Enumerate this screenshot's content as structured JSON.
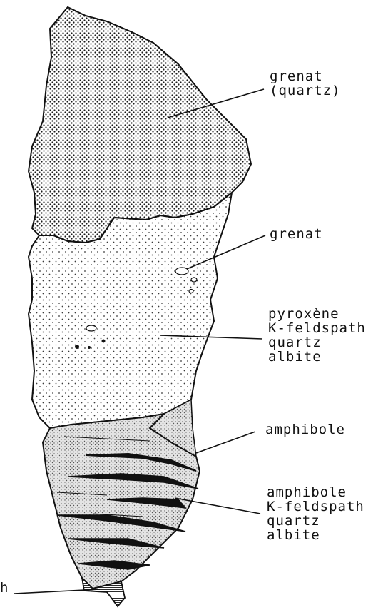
{
  "labels": {
    "grenat_quartz": [
      "grenat",
      "(quartz)"
    ],
    "grenat": [
      "grenat"
    ],
    "pyroxene_group": [
      "pyroxène",
      "K-feldspath",
      "quartz",
      "albite"
    ],
    "amphibole": [
      "amphibole"
    ],
    "amphibole_group": [
      "amphibole",
      "K-feldspath",
      "quartz",
      "albite"
    ],
    "bottom_partial": "h"
  },
  "colors": {
    "ink": "#111111",
    "background": "#ffffff",
    "dense_stipple": "#1a1a1a",
    "light_stipple": "#3a3a3a",
    "band_fill": "#d9d9d9"
  },
  "icons": {
    "pattern_dense": "dense-dot-stipple",
    "pattern_light": "sparse-dot-stipple",
    "pattern_banded": "banded-amphibole-layers"
  }
}
